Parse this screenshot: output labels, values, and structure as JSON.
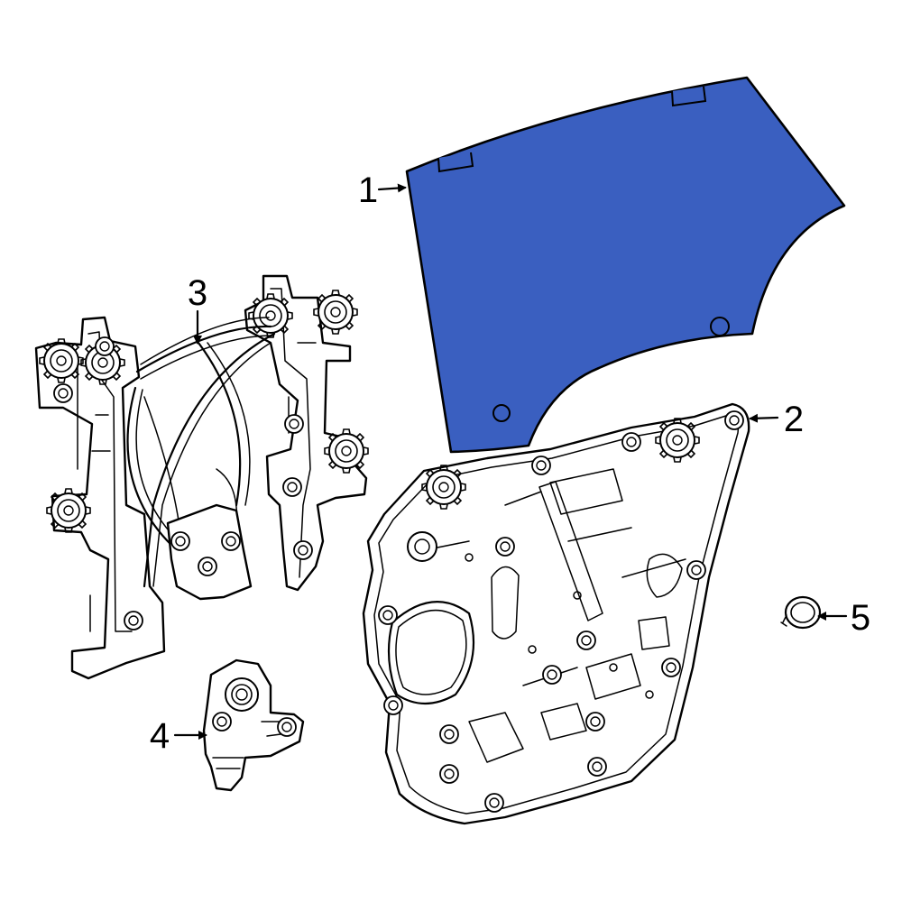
{
  "callouts": [
    {
      "number": "1",
      "part": "glass"
    },
    {
      "number": "2",
      "part": "door-panel"
    },
    {
      "number": "3",
      "part": "window-regulator"
    },
    {
      "number": "4",
      "part": "regulator-motor"
    },
    {
      "number": "5",
      "part": "plug"
    }
  ],
  "colors": {
    "highlight_fill": "#3a5fc0",
    "line": "#000000",
    "background": "#ffffff"
  }
}
